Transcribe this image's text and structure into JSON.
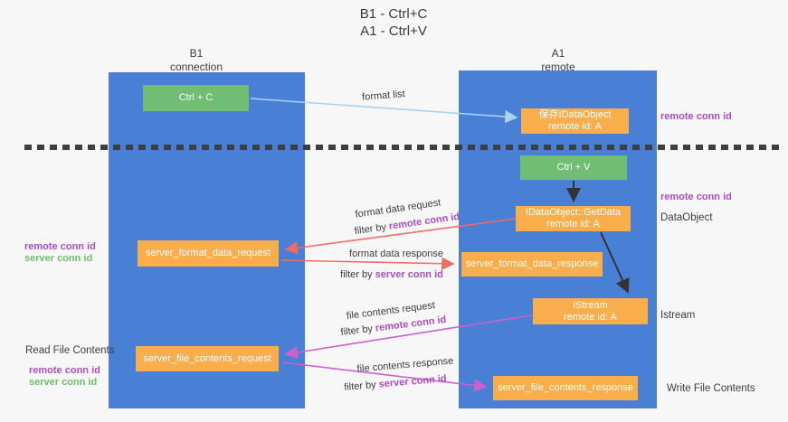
{
  "title": {
    "line1": "B1 - Ctrl+C",
    "line2": "A1 - Ctrl+V"
  },
  "columns": {
    "left": {
      "name": "B1",
      "role": "connection"
    },
    "right": {
      "name": "A1",
      "role": "remote"
    }
  },
  "nodes": {
    "ctrl_c": "Ctrl + C",
    "ctrl_v": "Ctrl + V",
    "save_idataobject": {
      "line1": "保存IDataObject",
      "line2": "remote id: A"
    },
    "getdata": {
      "line1": "IDataObject::GetData",
      "line2": "remote id: A"
    },
    "format_request": "server_format_data_request",
    "format_response": "server_format_data_response",
    "istream": {
      "line1": "IStream",
      "line2": "remote id: A"
    },
    "file_request": "server_file_contents_request",
    "file_response": "server_file_contents_response"
  },
  "arrows": {
    "format_list": "format list",
    "format_data_request": "format data request",
    "format_data_response": "format data response",
    "file_contents_request": "file contents request",
    "file_contents_response": "file contents response",
    "filter_prefix": "filter by ",
    "remote_conn_id": "remote conn id",
    "server_conn_id": "server conn id"
  },
  "side_labels": {
    "remote_conn_id": "remote conn id",
    "server_conn_id": "server conn id",
    "dataobject": "DataObject",
    "istream": "Istream",
    "read_file_contents": "Read File Contents",
    "write_file_contents": "Write File Contents"
  },
  "colors": {
    "column_blue": "#4a7fd6",
    "node_green": "#70bd73",
    "node_orange": "#f9ae4b",
    "arrow_red": "#ee6d62",
    "arrow_magenta": "#cd5fce",
    "arrow_light_blue": "#a9d2f3",
    "arrow_black": "#333333",
    "text_purple": "#ab4dc7",
    "text_green": "#6fbf6d",
    "text_dark": "#3c3c3c"
  }
}
